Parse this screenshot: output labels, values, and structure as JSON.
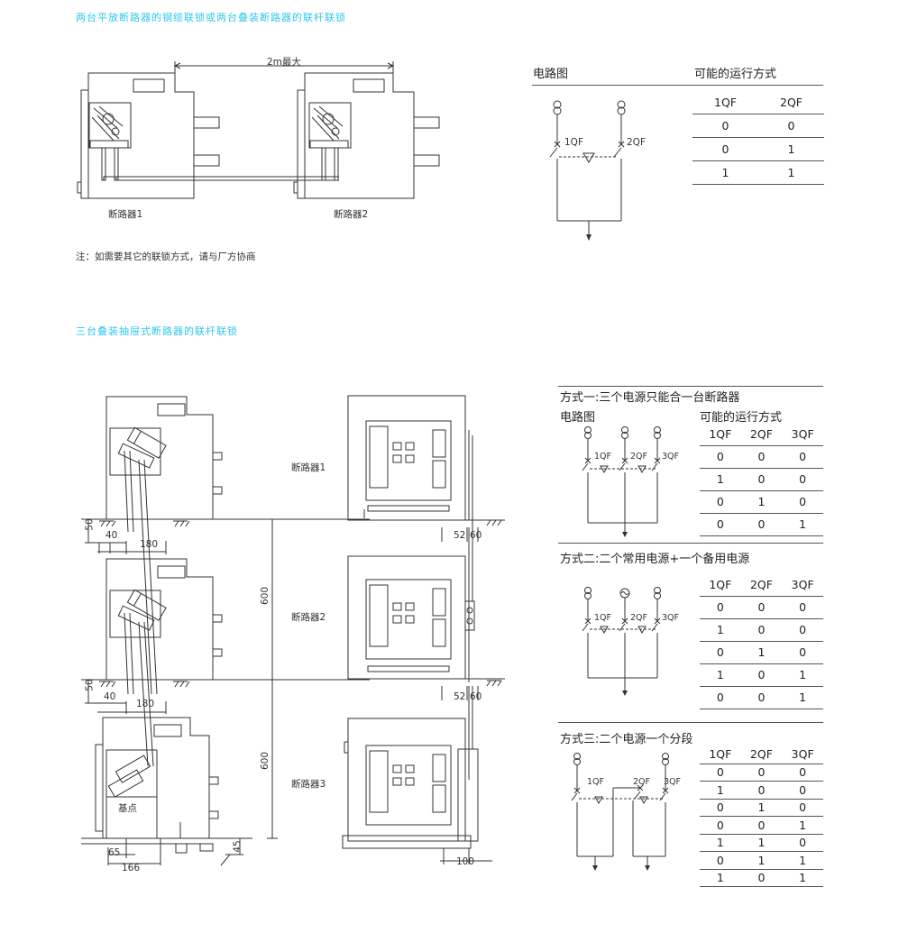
{
  "colors": {
    "accent": "#2fc7ee",
    "line": "#333333"
  },
  "section1": {
    "title": "两台平放断路器的钢缆联锁或两台叠装断路器的联杆联锁",
    "dim_label": "2m最大",
    "breaker1_label": "断路器1",
    "breaker2_label": "断路器2",
    "note": "注：如需要其它的联锁方式，请与厂方协商",
    "circuit_label": "电路图",
    "modes_label": "可能的运行方式",
    "circuit_qf1": "1QF",
    "circuit_qf2": "2QF",
    "table": {
      "headers": [
        "1QF",
        "2QF"
      ],
      "rows": [
        [
          "0",
          "0"
        ],
        [
          "0",
          "1"
        ],
        [
          "1",
          "1"
        ]
      ]
    }
  },
  "section2": {
    "title": "三台叠装抽屉式断路器的联杆联锁",
    "breaker_labels": [
      "断路器1",
      "断路器2",
      "断路器3"
    ],
    "dims": {
      "d50a": "50",
      "d40a": "40",
      "d180a": "180",
      "d600a": "600",
      "d50b": "50",
      "d40b": "40",
      "d180b": "180",
      "d600b": "600",
      "d65": "65",
      "d166": "166",
      "d45": "45",
      "base_point": "基点",
      "r52a": "52",
      "r60a": "60",
      "r52b": "52",
      "r60b": "60",
      "r100": "100"
    },
    "mode1": {
      "title": "方式一:三个电源只能合一台断路器",
      "circuit_label": "电路图",
      "modes_label": "可能的运行方式",
      "qf": [
        "1QF",
        "2QF",
        "3QF"
      ],
      "headers": [
        "1QF",
        "2QF",
        "3QF"
      ],
      "rows": [
        [
          "0",
          "0",
          "0"
        ],
        [
          "1",
          "0",
          "0"
        ],
        [
          "0",
          "1",
          "0"
        ],
        [
          "0",
          "0",
          "1"
        ]
      ]
    },
    "mode2": {
      "title": "方式二:二个常用电源+一个备用电源",
      "qf": [
        "1QF",
        "2QF",
        "3QF"
      ],
      "headers": [
        "1QF",
        "2QF",
        "3QF"
      ],
      "rows": [
        [
          "0",
          "0",
          "0"
        ],
        [
          "1",
          "0",
          "0"
        ],
        [
          "0",
          "1",
          "0"
        ],
        [
          "1",
          "0",
          "1"
        ],
        [
          "0",
          "0",
          "1"
        ]
      ]
    },
    "mode3": {
      "title": "方式三:二个电源一个分段",
      "qf": [
        "1QF",
        "2QF",
        "3QF"
      ],
      "headers": [
        "1QF",
        "2QF",
        "3QF"
      ],
      "rows": [
        [
          "0",
          "0",
          "0"
        ],
        [
          "1",
          "0",
          "0"
        ],
        [
          "0",
          "1",
          "0"
        ],
        [
          "0",
          "0",
          "1"
        ],
        [
          "1",
          "1",
          "0"
        ],
        [
          "0",
          "1",
          "1"
        ],
        [
          "1",
          "0",
          "1"
        ]
      ]
    }
  }
}
